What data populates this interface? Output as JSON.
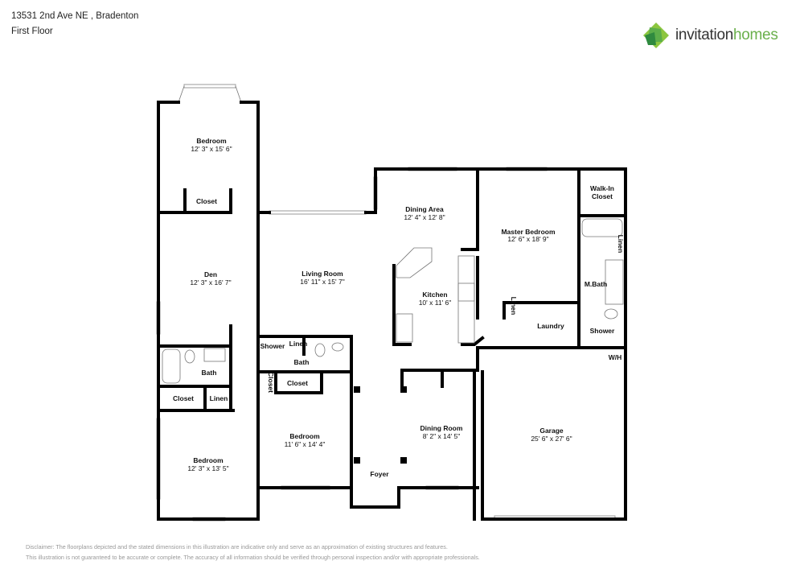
{
  "header": {
    "address": "13531 2nd Ave NE , Bradenton",
    "floor": "First Floor"
  },
  "logo": {
    "word1": "invitation",
    "word2": "homes",
    "colors": [
      "#8cc63f",
      "#3a9a47",
      "#6ab04c"
    ]
  },
  "rooms": {
    "bedroom1": {
      "name": "Bedroom",
      "dims": "12' 3\" x 15' 6\""
    },
    "closet1": {
      "name": "Closet"
    },
    "den": {
      "name": "Den",
      "dims": "12' 3\" x 16' 7\""
    },
    "bath1": {
      "name": "Bath"
    },
    "closet2": {
      "name": "Closet"
    },
    "linen1": {
      "name": "Linen"
    },
    "bedroom2": {
      "name": "Bedroom",
      "dims": "12' 3\" x 13' 5\""
    },
    "living": {
      "name": "Living Room",
      "dims": "16' 11\" x 15' 7\""
    },
    "shower1": {
      "name": "Shower"
    },
    "linen2": {
      "name": "Linen"
    },
    "bath2": {
      "name": "Bath"
    },
    "closet3": {
      "name": "Closet"
    },
    "closet4": {
      "name": "Closet"
    },
    "bedroom3": {
      "name": "Bedroom",
      "dims": "11' 6\" x 14' 4\""
    },
    "foyer": {
      "name": "Foyer"
    },
    "dining_room": {
      "name": "Dining Room",
      "dims": "8' 2\" x 14' 5\""
    },
    "dining_area": {
      "name": "Dining Area",
      "dims": "12' 4\" x 12' 8\""
    },
    "kitchen": {
      "name": "Kitchen",
      "dims": "10' x 11' 6\""
    },
    "master": {
      "name": "Master Bedroom",
      "dims": "12' 6\" x 18' 9\""
    },
    "walkin1": {
      "name": "Walk-In"
    },
    "walkin2": {
      "name": "Closet"
    },
    "linen3": {
      "name": "Linen"
    },
    "mbath": {
      "name": "M.Bath"
    },
    "linen4": {
      "name": "Linen"
    },
    "laundry": {
      "name": "Laundry"
    },
    "shower2": {
      "name": "Shower"
    },
    "wh": {
      "name": "W/H"
    },
    "garage": {
      "name": "Garage",
      "dims": "25' 6\" x 27' 6\""
    }
  },
  "disclaimer": {
    "line1": "Disclaimer: The floorplans depicted and the stated dimensions in this illustration are indicative only and serve as an approximation of existing structures and features.",
    "line2": "This illustration is not guaranteed to be accurate or complete. The accuracy of all information should be verified through personal inspection and/or with appropriate professionals."
  }
}
